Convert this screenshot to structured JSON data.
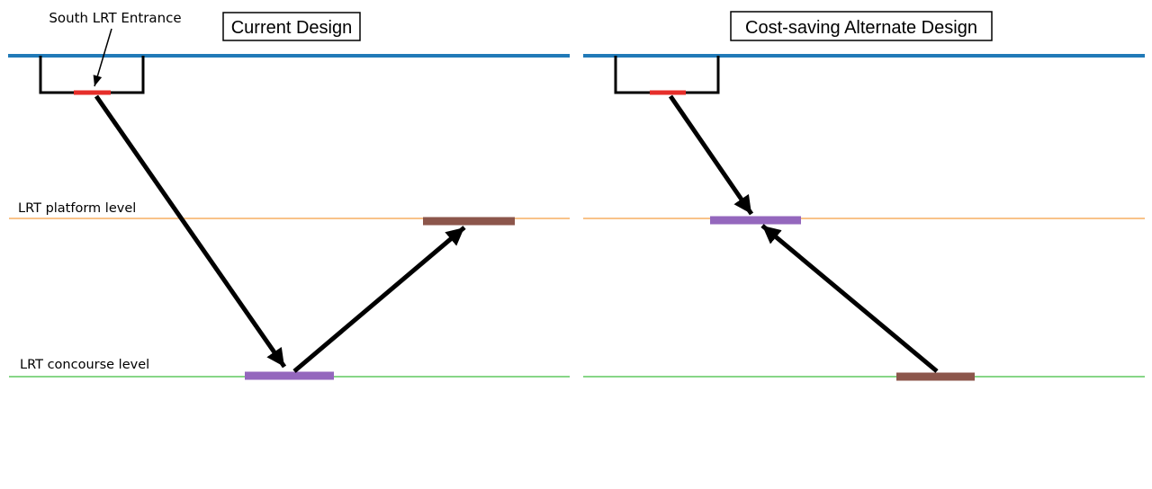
{
  "diagram": {
    "annotation": {
      "entrance_label": "South LRT Entrance"
    },
    "left_panel": {
      "title": "Current Design"
    },
    "right_panel": {
      "title": "Cost-saving Alternate Design"
    },
    "level_labels": {
      "platform": "LRT platform level",
      "concourse": "LRT concourse level"
    }
  },
  "colors": {
    "page_background": "#ffffff",
    "ink_black": "#000000",
    "ground_line": "#217ab8",
    "platform_line": "#f9c389",
    "concourse_line": "#87d687",
    "entrance_red": "#e62e2a",
    "segment_purple": "#9467bd",
    "segment_brown": "#8c564b"
  }
}
